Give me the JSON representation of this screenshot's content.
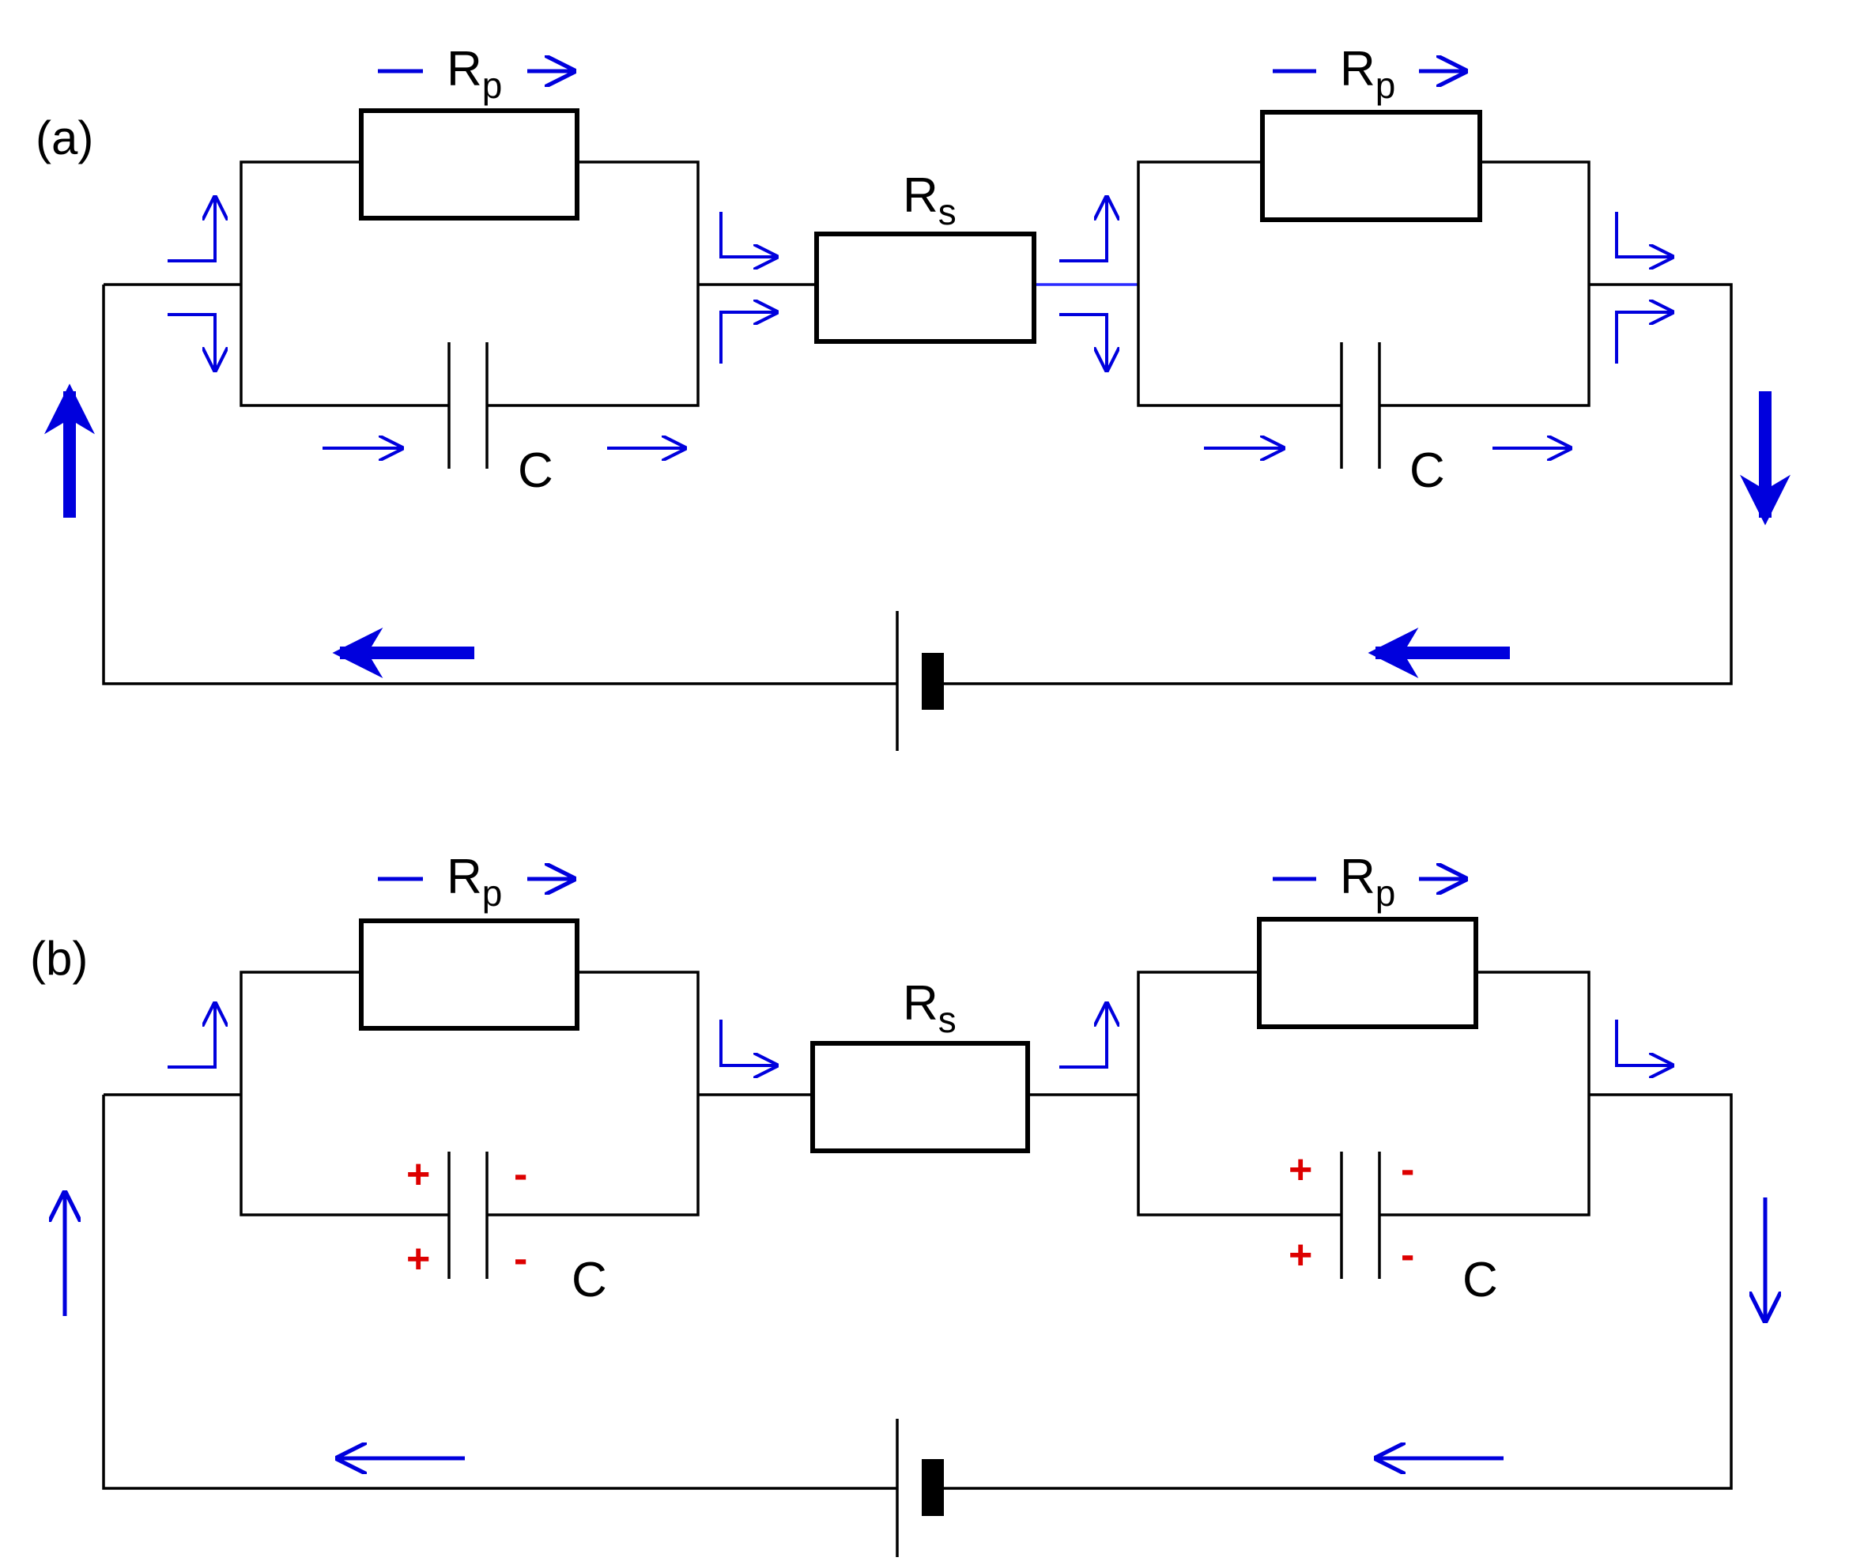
{
  "panels": [
    {
      "id": "a",
      "label": "(a)",
      "series_resistor": {
        "name": "R",
        "subscript": "s"
      },
      "parallel_resistor": {
        "name": "R",
        "subscript": "p"
      },
      "capacitor": {
        "name": "C"
      },
      "charge_signs": {
        "positive": "",
        "negative": ""
      }
    },
    {
      "id": "b",
      "label": "(b)",
      "series_resistor": {
        "name": "R",
        "subscript": "s"
      },
      "parallel_resistor": {
        "name": "R",
        "subscript": "p"
      },
      "capacitor": {
        "name": "C"
      },
      "charge_signs": {
        "positive": "+",
        "negative": "-"
      }
    }
  ],
  "colors": {
    "wire": "#000000",
    "current_arrow": "#0000dd",
    "charge_sign": "#dd0000"
  }
}
